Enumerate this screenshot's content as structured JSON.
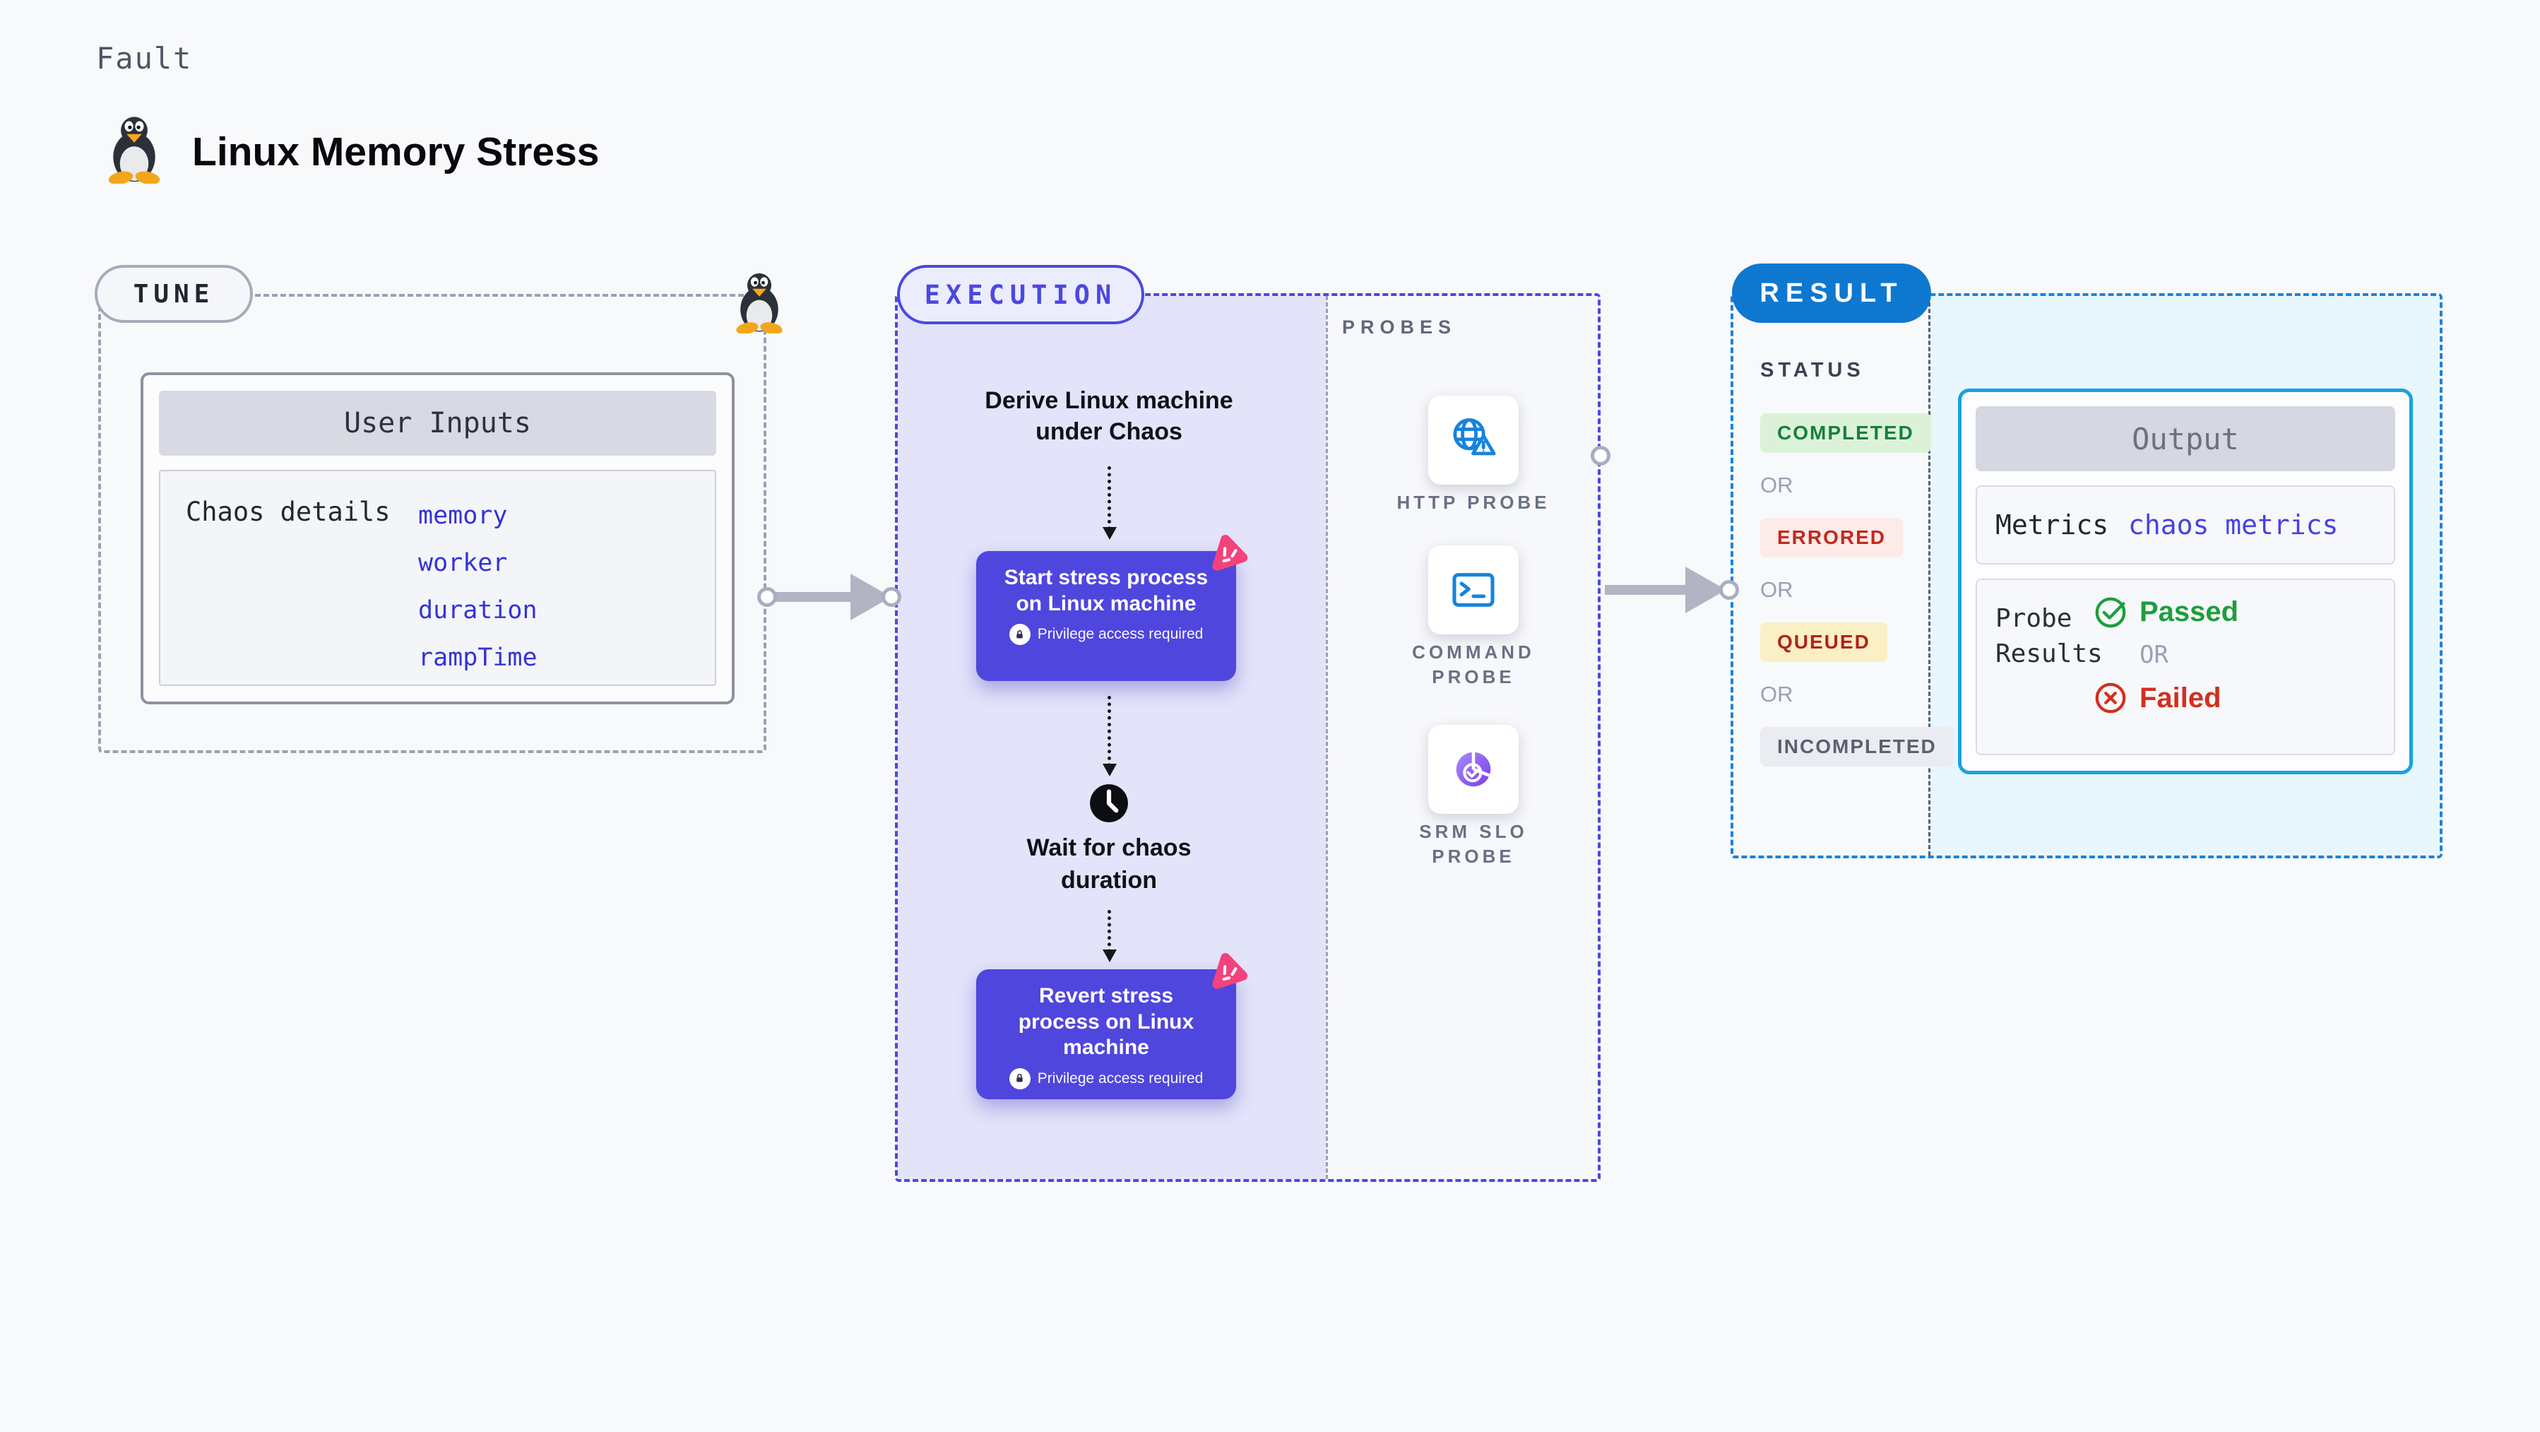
{
  "header": {
    "kicker": "Fault",
    "title": "Linux Memory Stress"
  },
  "tune": {
    "label": "TUNE",
    "user_inputs": {
      "title": "User Inputs",
      "row_label": "Chaos details",
      "params": [
        "memory",
        "worker",
        "duration",
        "rampTime"
      ]
    }
  },
  "execution": {
    "label": "EXECUTION",
    "derive_text": "Derive Linux machine under Chaos",
    "start_card": {
      "title": "Start stress process on Linux machine",
      "note": "Privilege access required"
    },
    "wait_text": "Wait for chaos duration",
    "revert_card": {
      "title": "Revert stress process on Linux machine",
      "note": "Privilege access required"
    },
    "probes": {
      "label": "PROBES",
      "items": [
        {
          "name": "HTTP PROBE",
          "icon": "globe-warning-icon"
        },
        {
          "name": "COMMAND PROBE",
          "icon": "terminal-icon"
        },
        {
          "name": "SRM SLO PROBE",
          "icon": "slo-pie-icon"
        }
      ]
    }
  },
  "result": {
    "label": "RESULT",
    "status": {
      "label": "STATUS",
      "or_label": "OR",
      "badges": [
        {
          "text": "COMPLETED",
          "color": "#15803d",
          "bg": "#dcf2d8"
        },
        {
          "text": "ERRORED",
          "color": "#c5271c",
          "bg": "#fcebe8"
        },
        {
          "text": "QUEUED",
          "color": "#b02318",
          "bg": "#faefc5"
        },
        {
          "text": "INCOMPLETED",
          "color": "#5a6170",
          "bg": "#ebecf2"
        }
      ]
    },
    "output": {
      "title": "Output",
      "metrics_label": "Metrics",
      "metrics_link": "chaos metrics",
      "probe_results_label": "Probe Results",
      "or_label": "OR",
      "passed": "Passed",
      "failed": "Failed"
    }
  },
  "colors": {
    "page_bg": "#f8f9fb",
    "execution_accent": "#4b48e0",
    "execution_fill": "#e3e3fa",
    "step_card": "#4f46de",
    "result_accent": "#1d83d8",
    "result_pill": "#0e78d0",
    "output_border": "#17a3e0",
    "output_fill": "#e8f6fd",
    "link": "#3333d6",
    "arrow": "#b2b4c4",
    "chaos_pink": "#f3427c",
    "probe_icon_blue": "#1583dd",
    "passed_green": "#1e9e3c",
    "failed_red": "#d2301e"
  }
}
